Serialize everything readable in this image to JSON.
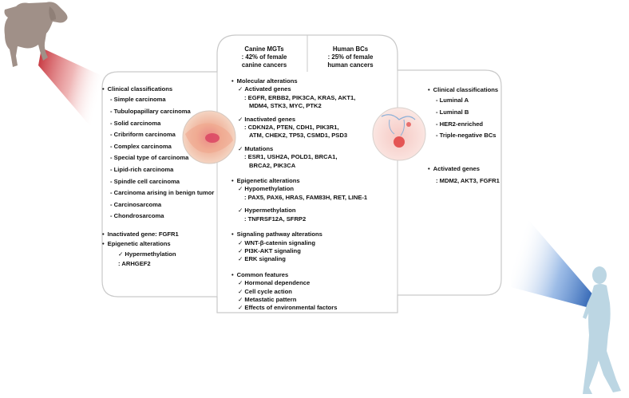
{
  "headers": {
    "canine": {
      "line1": "Canine MGTs",
      "line2": ": 42% of female",
      "line3": "canine cancers"
    },
    "human": {
      "line1": "Human BCs",
      "line2": ": 25% of female",
      "line3": "human cancers"
    }
  },
  "canine_panel": {
    "clinical_title": "Clinical classifications",
    "types": [
      "- Simple carcinoma",
      "- Tubulopapillary carcinoma",
      "- Solid carcinoma",
      "- Cribriform carcinoma",
      "- Complex carcinoma",
      "- Special type of carcinoma",
      "- Lipid-rich carcinoma",
      "- Spindle cell carcinoma",
      "- Carcinoma arising in benign tumor",
      "- Carcinosarcoma",
      "- Chondrosarcoma"
    ],
    "inactivated_gene": "Inactivated gene: FGFR1",
    "epigenetic_title": "Epigenetic alterations",
    "hypermethylation": "Hypermethylation",
    "hyper_gene": ": ARHGEF2"
  },
  "shared_panel": {
    "molecular_title": "Molecular alterations",
    "activated_title": "Activated genes",
    "activated_line1": ": EGFR, ERBB2, PIK3CA, KRAS, AKT1,",
    "activated_line2": "MDM4, STK3,  MYC, PTK2",
    "inactivated_title": "Inactivated genes",
    "inactivated_line1": ": CDKN2A,  PTEN, CDH1, PIK3R1,",
    "inactivated_line2": "ATM, CHEK2, TP53, CSMD1, PSD3",
    "mutations_title": "Mutations",
    "mutations_line1": ": ESR1, USH2A,  POLD1, BRCA1,",
    "mutations_line2": "BRCA2,  PIK3CA",
    "epigenetic_title": "Epigenetic alterations",
    "hypo_title": "Hypomethylation",
    "hypo_genes": ": PAX5, PAX6, HRAS, FAM83H, RET, LINE-1",
    "hyper_title": "Hypermethylation",
    "hyper_genes": ": TNFRSF12A,  SFRP2",
    "signaling_title": "Signaling pathway alterations",
    "signaling": [
      "WNT-β-catenin signaling",
      "PI3K-AKT signaling",
      "ERK signaling"
    ],
    "common_title": "Common features",
    "common": [
      "Hormonal dependence",
      "Cell cycle action",
      "Metastatic pattern",
      "Effects of environmental factors"
    ]
  },
  "human_panel": {
    "clinical_title": "Clinical classifications",
    "types": [
      "- Luminal A",
      "- Luminal B",
      "- HER2-enriched",
      "- Triple-negative BCs"
    ],
    "activated_title": "Activated genes",
    "activated_genes": ": MDM2, AKT3,  FGFR1"
  },
  "colors": {
    "canine_beam": "#c62828",
    "human_beam": "#1565c0",
    "dog": "#a09088",
    "person": "#bcd6e3",
    "panel_border": "#c9c9c9"
  },
  "icons": [
    "dog-silhouette-icon",
    "human-silhouette-icon",
    "canine-tissue-icon",
    "human-breast-icon"
  ]
}
